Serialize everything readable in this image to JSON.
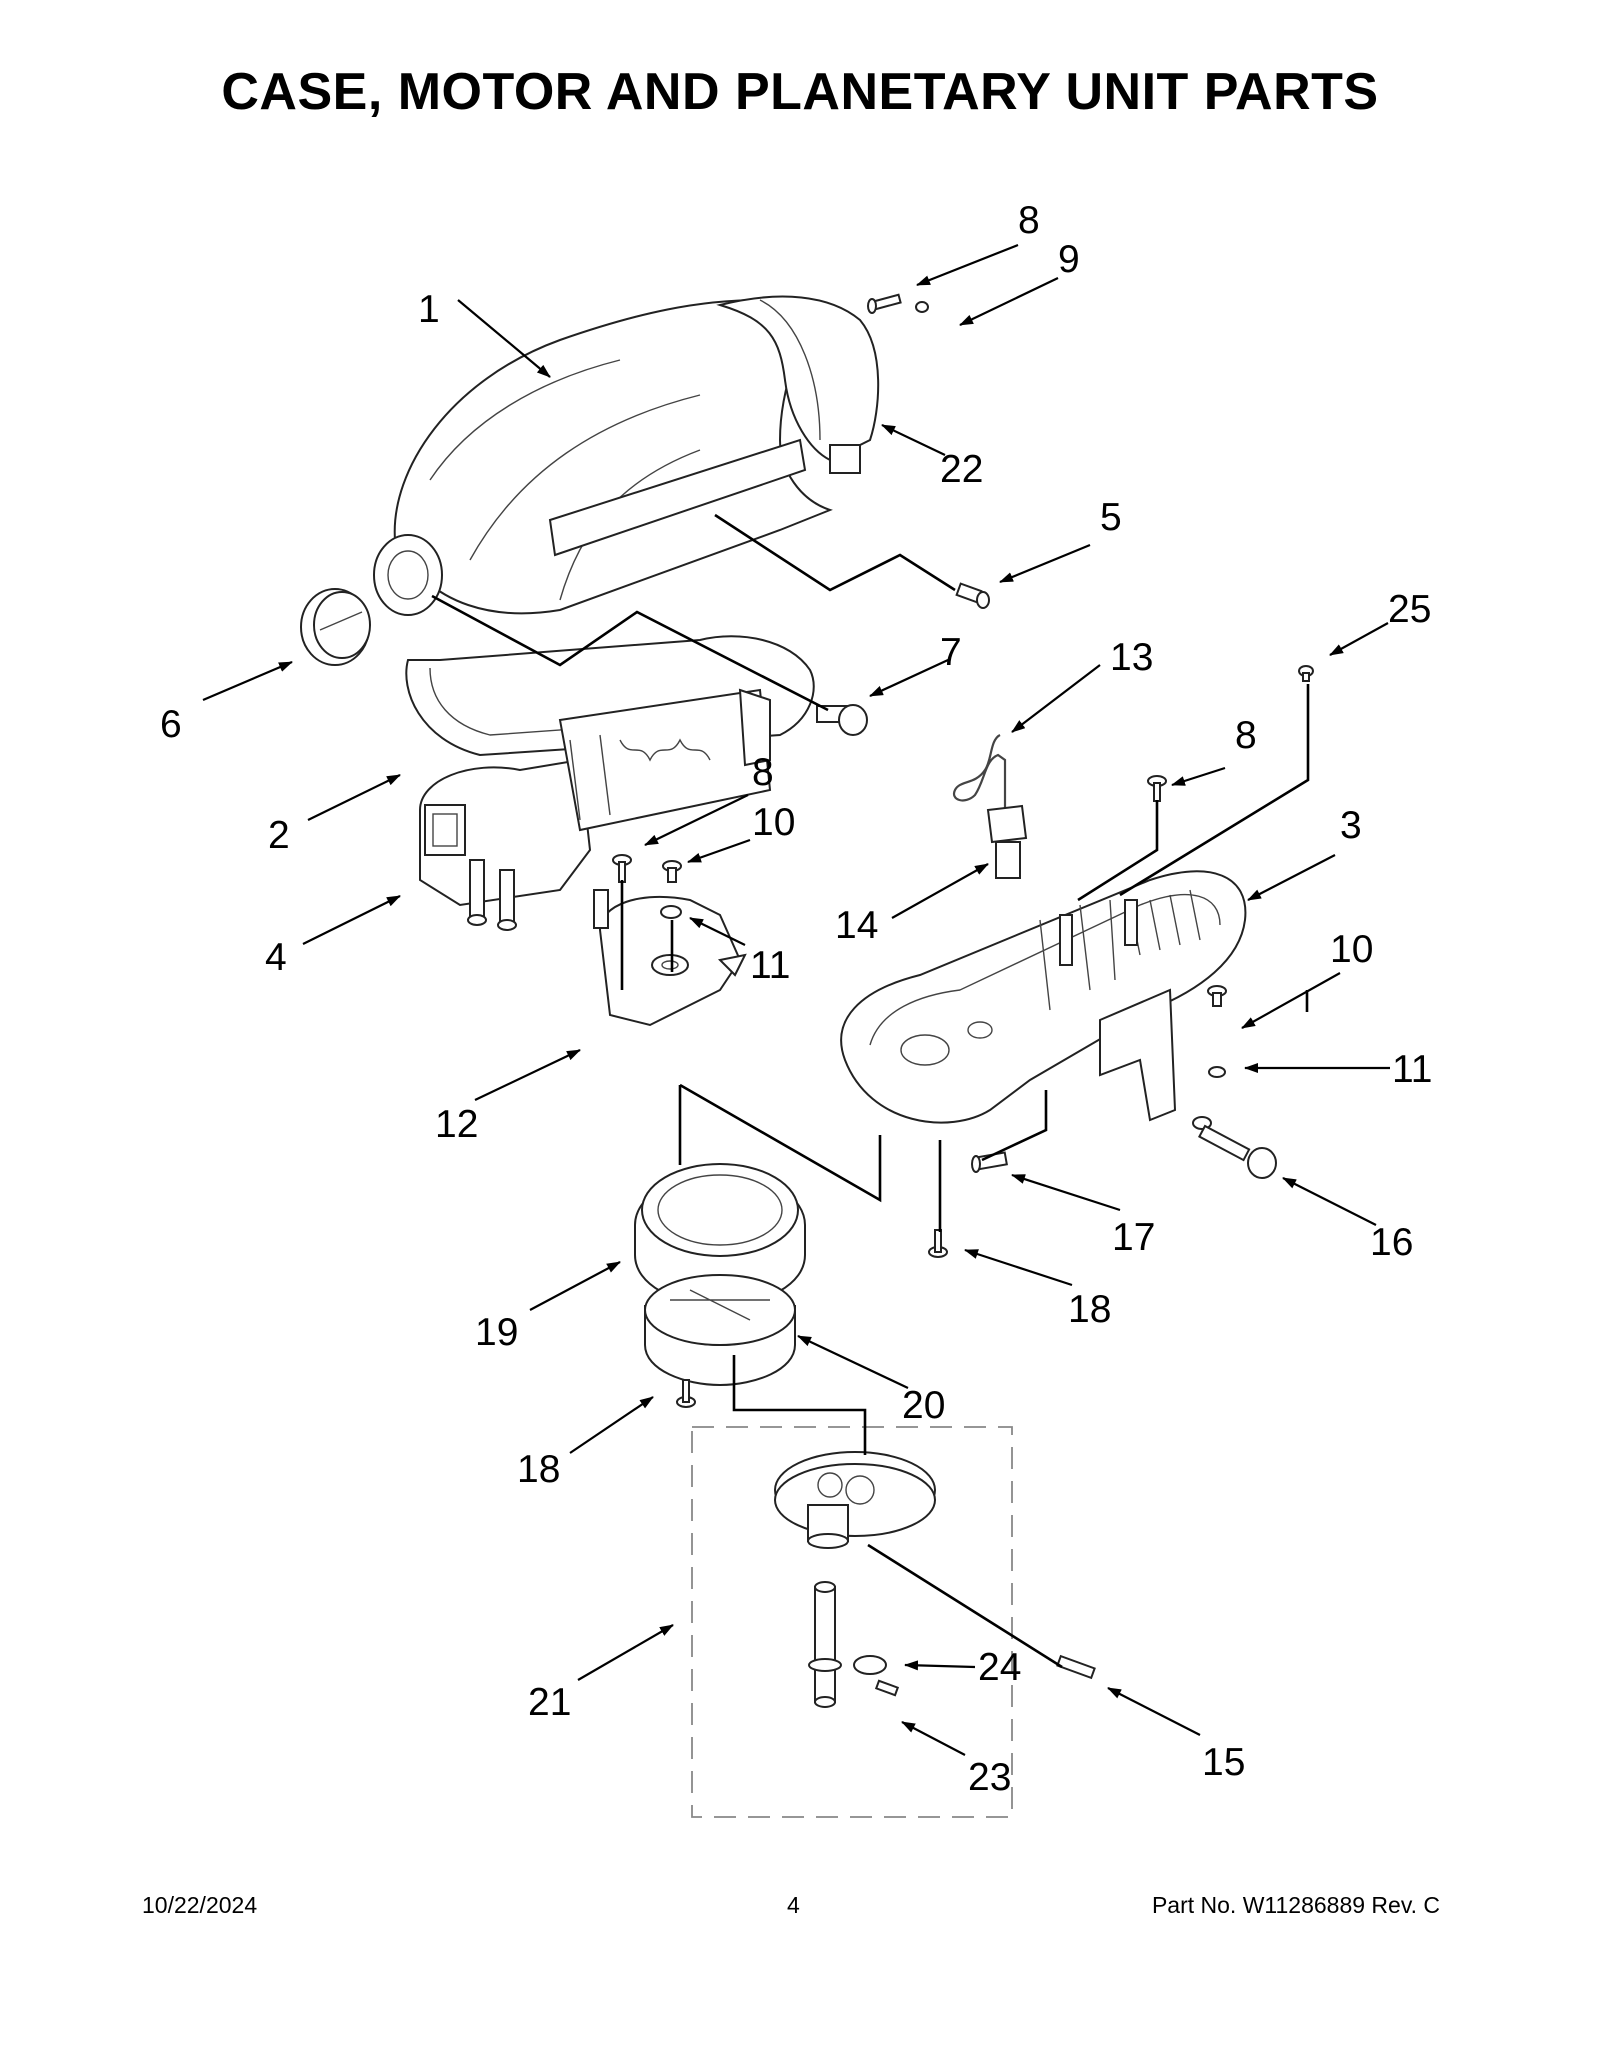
{
  "title": "CASE, MOTOR AND PLANETARY UNIT PARTS",
  "callouts": {
    "c1": "1",
    "c2": "2",
    "c3": "3",
    "c4": "4",
    "c5": "5",
    "c6": "6",
    "c7": "7",
    "c8a": "8",
    "c8b": "8",
    "c8c": "8",
    "c9": "9",
    "c10a": "10",
    "c10b": "10",
    "c11a": "11",
    "c11b": "11",
    "c12": "12",
    "c13": "13",
    "c14": "14",
    "c15": "15",
    "c16": "16",
    "c17": "17",
    "c18a": "18",
    "c18b": "18",
    "c19": "19",
    "c20": "20",
    "c21": "21",
    "c22": "22",
    "c23": "23",
    "c24": "24",
    "c25": "25"
  },
  "footer": {
    "date": "10/22/2024",
    "page": "4",
    "part_no": "Part No.  W11286889  Rev.  C"
  }
}
